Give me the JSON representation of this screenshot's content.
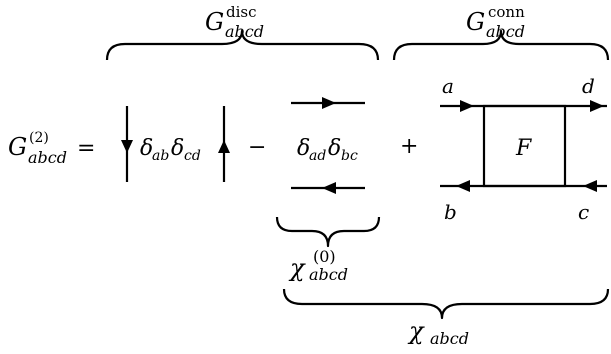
{
  "lhs": {
    "symbol": "G",
    "superscript": "(2)",
    "subscript": "abcd",
    "equals": "="
  },
  "disconnected": {
    "brace_label_symbol": "G",
    "brace_label_superscript": "disc",
    "brace_label_subscript": "abcd",
    "term1": {
      "delta1": "δ",
      "delta1_sub": "ab",
      "delta2": "δ",
      "delta2_sub": "cd"
    },
    "minus": "−",
    "term2": {
      "delta1": "δ",
      "delta1_sub": "ad",
      "delta2": "δ",
      "delta2_sub": "bc"
    },
    "bubble_label_symbol": "χ",
    "bubble_label_superscript": "(0)",
    "bubble_label_subscript": "abcd"
  },
  "connected": {
    "plus": "+",
    "brace_label_symbol": "G",
    "brace_label_superscript": "conn",
    "brace_label_subscript": "abcd",
    "vertex_label": "F",
    "leg_a": "a",
    "leg_b": "b",
    "leg_c": "c",
    "leg_d": "d"
  },
  "bottom_brace_label_symbol": "χ",
  "bottom_brace_label_subscript": "abcd"
}
